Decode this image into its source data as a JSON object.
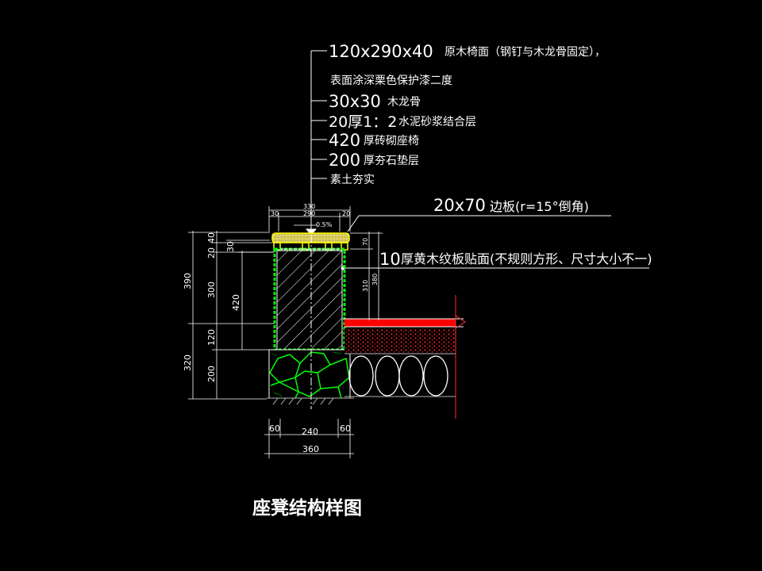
{
  "title": "座凳结构样图",
  "callouts": {
    "seat": {
      "num": "120x290x40",
      "rest": "原木椅面（钢钉与木龙骨固定），"
    },
    "finish": "表面涂深栗色保护漆二度",
    "keel": {
      "num": "30x30",
      "rest": "木龙骨"
    },
    "mortar": {
      "num": "20厚1：2",
      "rest": "水泥砂浆结合层"
    },
    "brick": {
      "num": "420",
      "rest": "厚砖砌座椅"
    },
    "gravel": {
      "num": "200",
      "rest": "厚夯石垫层"
    },
    "soil": "素土夯实",
    "edge_board": {
      "num": "20x70",
      "rest": "边板(r=15°倒角)"
    },
    "veneer": {
      "num": "10",
      "rest": "厚黄木纹板贴面(不规则方形、尺寸大小不一)"
    }
  },
  "dims": {
    "top_total": "330",
    "top_left": "30",
    "top_mid": "290",
    "top_right": "20",
    "slope": "0.5%",
    "left_total_upper": "390",
    "left_total_lower": "320",
    "left_20": "20",
    "left_40": "40",
    "left_30": "30",
    "left_300": "300",
    "left_120": "120",
    "left_200": "200",
    "left_420": "420",
    "right_70": "70",
    "right_310": "310",
    "right_380": "380",
    "bottom_60a": "60",
    "bottom_240": "240",
    "bottom_60b": "60",
    "bottom_total": "360"
  },
  "colors": {
    "green": "#00ff00",
    "yellow": "#ffff00",
    "red": "#ff0000",
    "white": "#ffffff",
    "gray": "#b4b4b4"
  }
}
